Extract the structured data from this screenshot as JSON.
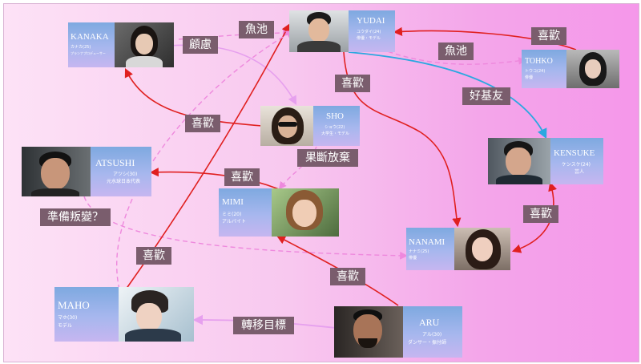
{
  "colors": {
    "red": "#e02020",
    "pink_dashed": "#ee88dd",
    "blue": "#2aa8e0",
    "violet": "#e6a0ee"
  },
  "characters": {
    "kanaka": {
      "name": "KANAKA",
      "sub1": "カナカ(25)",
      "sub2": "プランナプロデューサー"
    },
    "yudai": {
      "name": "YUDAI",
      "sub1": "ユウダイ(24)",
      "sub2": "俳優・モデル"
    },
    "tohko": {
      "name": "TOHKO",
      "sub1": "トウコ(24)",
      "sub2": "俳優"
    },
    "sho": {
      "name": "SHO",
      "sub1": "ショウ(22)",
      "sub2": "大学生・モデル"
    },
    "atsushi": {
      "name": "ATSUSHI",
      "sub1": "アツシ(30)",
      "sub2": "元水球日本代表"
    },
    "mimi": {
      "name": "MIMI",
      "sub1": "ミミ(20)",
      "sub2": "アルバイト"
    },
    "kensuke": {
      "name": "KENSUKE",
      "sub1": "ケンスケ(24)",
      "sub2": "芸人"
    },
    "nanami": {
      "name": "NANAMI",
      "sub1": "ナナミ(25)",
      "sub2": "俳優"
    },
    "maho": {
      "name": "MAHO",
      "sub1": "マホ(30)",
      "sub2": "モデル"
    },
    "aru": {
      "name": "ARU",
      "sub1": "アル(30)",
      "sub2": "ダンサー・振付師"
    }
  },
  "labels": {
    "guilu": "顧慮",
    "yuchi_left": "魚池",
    "xihuan_yudai_tohko": "喜歡",
    "yuchi_right": "魚池",
    "xihuan_yudai_nanami": "喜歡",
    "haojiyou": "好基友",
    "xihuan_sho_kanaka": "喜歡",
    "guoduan": "果斷放棄",
    "xihuan_mimi_atsushi": "喜歡",
    "zhunbei": "準備叛變？",
    "xihuan_kensuke_nanami": "喜歡",
    "xihuan_maho_yudai": "喜歡",
    "xihuan_aru_mimi": "喜歡",
    "zhuanyi": "轉移目標"
  }
}
